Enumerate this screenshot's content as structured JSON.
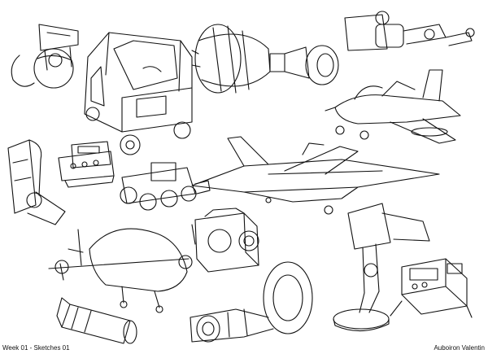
{
  "page": {
    "background": "#ffffff",
    "ink": "#111111"
  },
  "captions": {
    "left": "Week 01 - Sketches 01",
    "right": "Auboiron Valentin"
  },
  "sketches": [
    {
      "id": "dome-turret",
      "icon": "dome-turret-sketch"
    },
    {
      "id": "compact-car",
      "icon": "compact-car-sketch"
    },
    {
      "id": "rocket-engine",
      "icon": "rocket-engine-sketch"
    },
    {
      "id": "mechanical-part",
      "icon": "mechanical-part-sketch"
    },
    {
      "id": "fighter-jet",
      "icon": "fighter-jet-sketch"
    },
    {
      "id": "control-box",
      "icon": "control-box-sketch"
    },
    {
      "id": "bent-arm",
      "icon": "bent-arm-sketch"
    },
    {
      "id": "rolling-vehicle",
      "icon": "rolling-vehicle-sketch"
    },
    {
      "id": "delta-jet",
      "icon": "delta-jet-sketch"
    },
    {
      "id": "cargo-plane",
      "icon": "cargo-plane-sketch"
    },
    {
      "id": "camera",
      "icon": "camera-sketch"
    },
    {
      "id": "articulated-arm",
      "icon": "articulated-arm-sketch"
    },
    {
      "id": "control-panel",
      "icon": "control-panel-sketch"
    },
    {
      "id": "bomb",
      "icon": "bomb-sketch"
    },
    {
      "id": "pod-engine",
      "icon": "pod-engine-sketch"
    }
  ]
}
